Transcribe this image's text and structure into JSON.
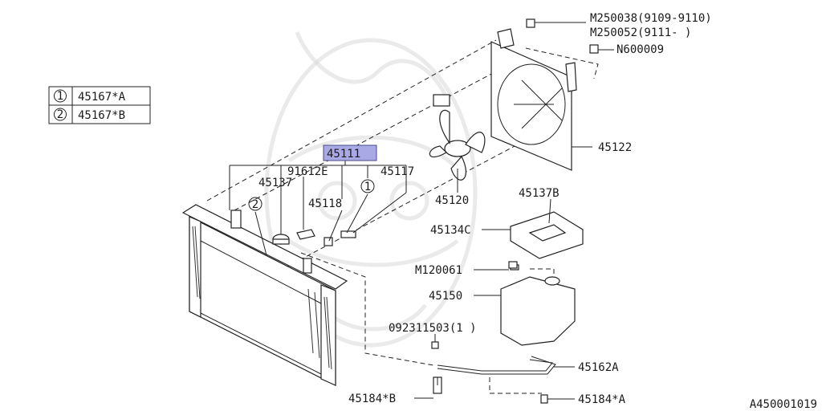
{
  "legend": {
    "rows": [
      {
        "symbol": "1",
        "part": "45167*A"
      },
      {
        "symbol": "2",
        "part": "45167*B"
      }
    ]
  },
  "highlight": {
    "text": "45111",
    "color": "#a9a9e6"
  },
  "callouts": {
    "m250038": "M250038(9109-9110)",
    "m250052": "M250052(9111-     )",
    "n600009": "N600009",
    "p45122": "45122",
    "p45120": "45120",
    "p45137b": "45137B",
    "p45134c": "45134C",
    "m120061": "M120061",
    "p45150": "45150",
    "p092311503": "092311503(1 )",
    "p45162a": "45162A",
    "p45184b": "45184*B",
    "p45184a": "45184*A",
    "p91612e": "91612E",
    "p45117": "45117",
    "p45137": "45137",
    "p45118": "45118",
    "circle1": "1",
    "circle2": "2"
  },
  "figure_id": "A450001019"
}
